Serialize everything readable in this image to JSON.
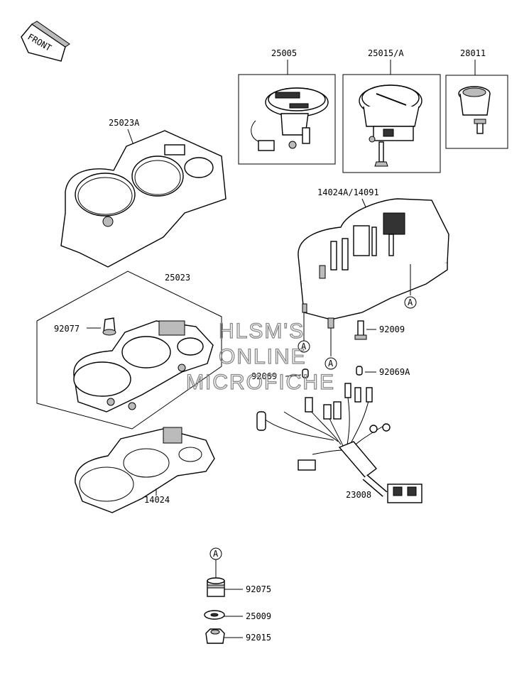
{
  "front_indicator": {
    "label": "FRONT"
  },
  "parts": {
    "p25005": "25005",
    "p25015a": "25015/A",
    "p28011": "28011",
    "p25023a": "25023A",
    "p14024a": "14024A/14091",
    "p25023": "25023",
    "p92077": "92077",
    "p92009": "92009",
    "p92069": "92069",
    "p92069a": "92069A",
    "p14024": "14024",
    "p23008": "23008",
    "p92075": "92075",
    "p25009": "25009",
    "p92015": "92015"
  },
  "ref_marks": {
    "a": "A"
  },
  "watermark": {
    "line1": "HLSM'S",
    "line2": "ONLINE",
    "line3": "MICROFICHE"
  }
}
